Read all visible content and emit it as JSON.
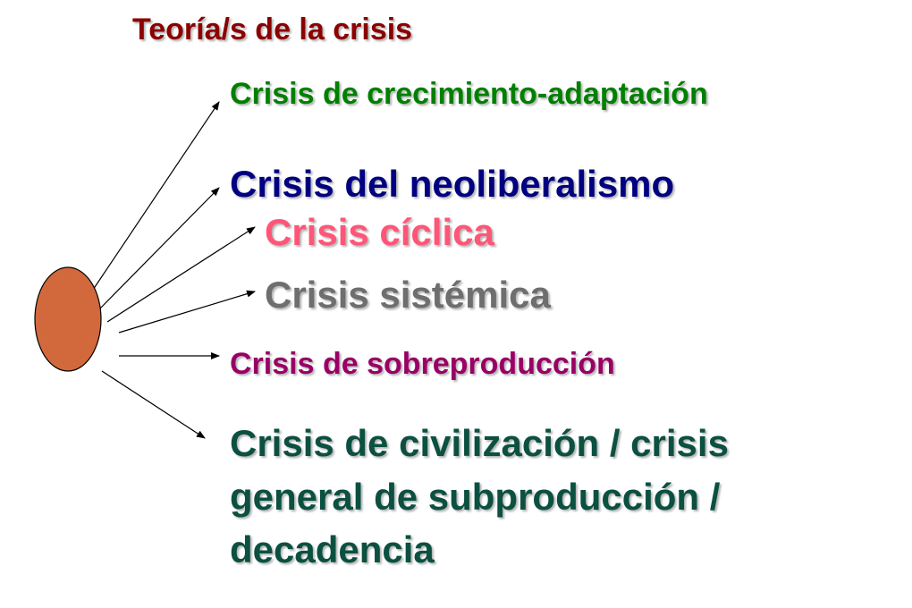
{
  "title": {
    "text": "Teoría/s de la crisis",
    "color": "#8B0000"
  },
  "items": [
    {
      "text": "Crisis de crecimiento-adaptación",
      "color": "#008000"
    },
    {
      "text": "Crisis del neoliberalismo",
      "color": "#000080"
    },
    {
      "text": "Crisis cíclica",
      "color": "#FF5577"
    },
    {
      "text": "Crisis sistémica",
      "color": "#6E6E6E"
    },
    {
      "text": "Crisis de sobreproducción",
      "color": "#990066"
    },
    {
      "text": "Crisis de civilización / crisis general de subproducción / decadencia",
      "color": "#0B5040"
    }
  ],
  "node": {
    "fill": "#D2693C",
    "stroke": "#000000"
  }
}
